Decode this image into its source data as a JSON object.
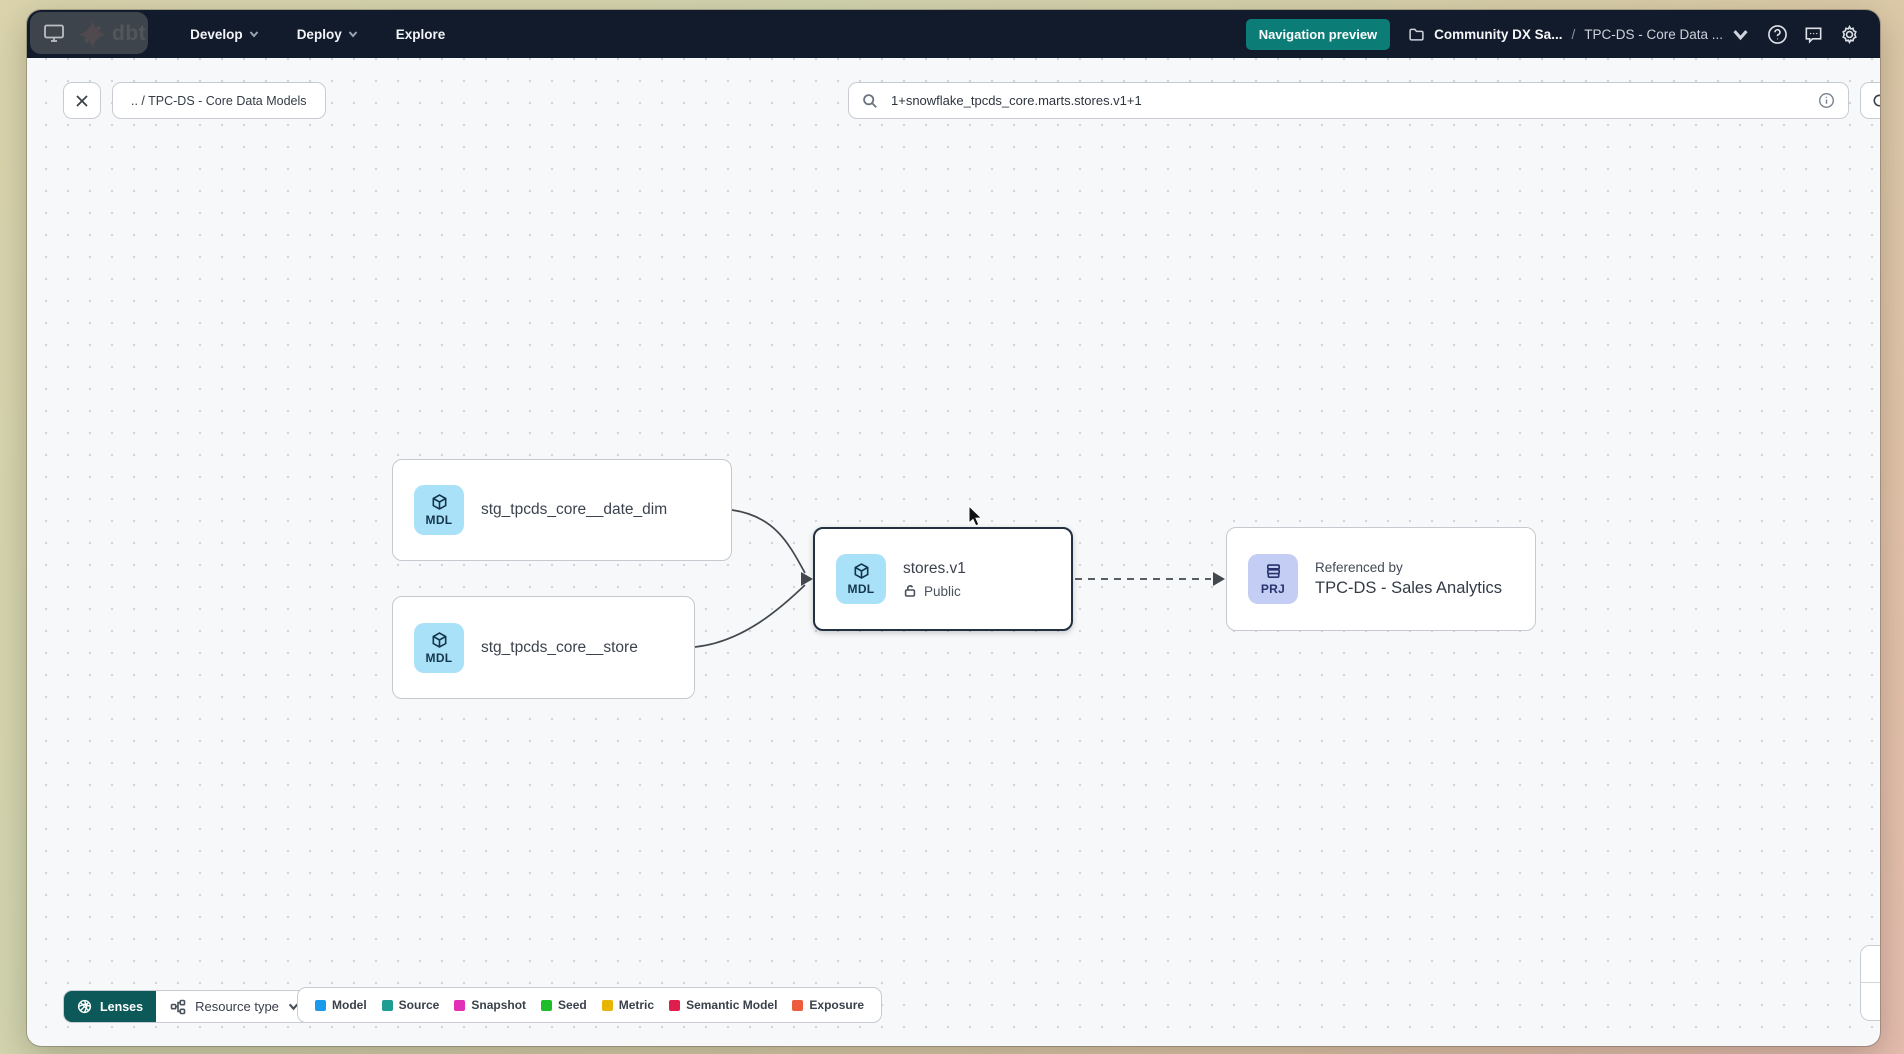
{
  "navbar": {
    "logo_text": "dbt",
    "menus": [
      {
        "label": "Develop"
      },
      {
        "label": "Deploy"
      },
      {
        "label": "Explore"
      }
    ],
    "preview_badge": "Navigation preview",
    "breadcrumb": {
      "project": "Community DX Sa...",
      "separator": "/",
      "page": "TPC-DS - Core Data ..."
    }
  },
  "toolbar": {
    "crumb_chip": ".. / TPC-DS - Core Data Models",
    "search_value": "1+snowflake_tpcds_core.marts.stores.v1+1"
  },
  "graph": {
    "nodes": [
      {
        "id": "date_dim",
        "badge": "MDL",
        "label": "stg_tpcds_core__date_dim"
      },
      {
        "id": "store",
        "badge": "MDL",
        "label": "stg_tpcds_core__store"
      },
      {
        "id": "stores_v1",
        "badge": "MDL",
        "label": "stores.v1",
        "access": "Public",
        "selected": true
      },
      {
        "id": "sales_analytics",
        "badge": "PRJ",
        "label": "Referenced by",
        "project_name": "TPC-DS - Sales Analytics"
      }
    ]
  },
  "footer": {
    "lenses_label": "Lenses",
    "resource_type_label": "Resource type",
    "legend": [
      {
        "label": "Model",
        "color": "#1b9aeb"
      },
      {
        "label": "Source",
        "color": "#1e9e93"
      },
      {
        "label": "Snapshot",
        "color": "#e12fb6"
      },
      {
        "label": "Seed",
        "color": "#1ebe2a"
      },
      {
        "label": "Metric",
        "color": "#e9b504"
      },
      {
        "label": "Semantic Model",
        "color": "#e01e4d"
      },
      {
        "label": "Exposure",
        "color": "#ed5c3c"
      }
    ]
  },
  "zoom_controls": {
    "zoom_in": "+",
    "zoom_out": "−"
  },
  "colors": {
    "navbar_bg": "#121b2b",
    "preview_badge_bg": "#0c7d76",
    "lenses_btn_bg": "#0d5858",
    "mdl_badge_bg": "#a9e2f8",
    "prj_badge_bg": "#c4cdf4",
    "dbt_orange": "#ff5c3c"
  }
}
